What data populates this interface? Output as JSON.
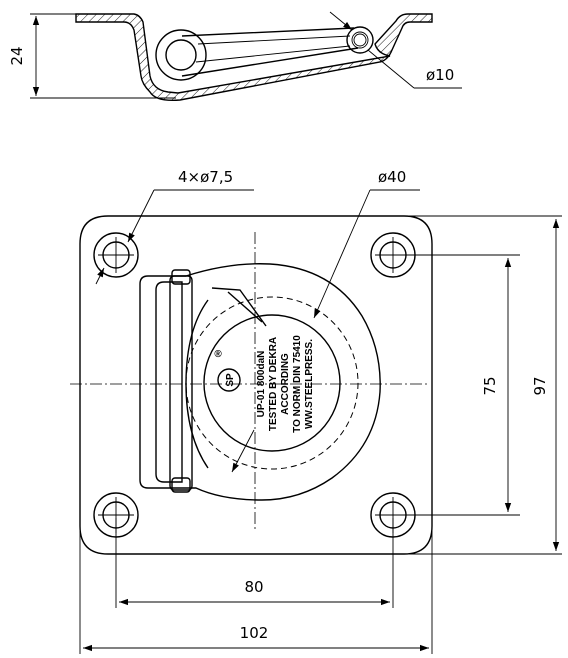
{
  "dimensions": {
    "height_side": "24",
    "pin_diameter": "ø10",
    "holes": "4×ø7,5",
    "ring_diameter": "ø40",
    "hole_pitch_vertical": "75",
    "plate_height": "97",
    "hole_pitch_horizontal": "80",
    "plate_width": "102"
  },
  "stamp": {
    "line1": "UP-01 800daN",
    "line2": "TESTED BY DEKRA",
    "line3": "ACCORDING",
    "line4": "TO NORM DIN 75410",
    "line5": "WW.STEELPRESS.",
    "mark": "®",
    "logo": "SP"
  }
}
